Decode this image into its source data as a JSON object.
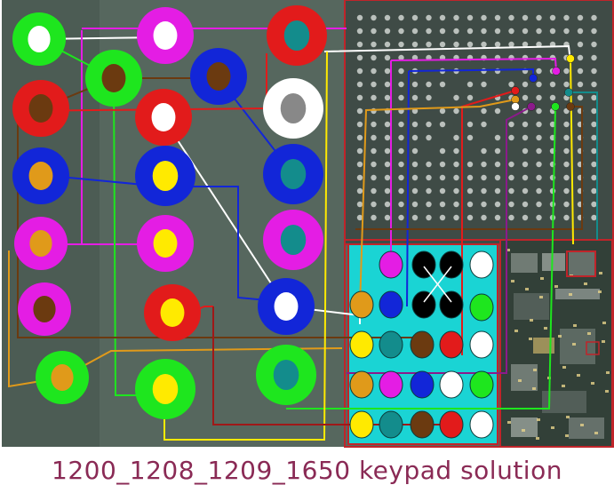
{
  "caption": "1200_1208_1209_1650 keypad solution",
  "colors": {
    "board": "#5a6b62",
    "board_dark": "#2d3a33",
    "chip": "#3e4a45",
    "connector": "#18d6d6",
    "border_red": "#c0242a",
    "caption": "#8a2a55"
  },
  "pads": [
    {
      "id": "p1",
      "ring": "#1ee61e",
      "core": "#ffffff"
    },
    {
      "id": "p2",
      "ring": "#e41de4",
      "core": "#ffffff"
    },
    {
      "id": "p3",
      "ring": "#e21b1b",
      "core": "#138c8c"
    },
    {
      "id": "p4",
      "ring": "#1ee61e",
      "core": "#6b3a10"
    },
    {
      "id": "p5",
      "ring": "#1226d8",
      "core": "#6b3a10"
    },
    {
      "id": "p6",
      "ring": "#e21b1b",
      "core": "#6b3a10"
    },
    {
      "id": "p7",
      "ring": "#e21b1b",
      "core": "#ffffff"
    },
    {
      "id": "p8",
      "ring": "#ffffff",
      "core": "#888888"
    },
    {
      "id": "p9",
      "ring": "#1226d8",
      "core": "#e09a1a"
    },
    {
      "id": "p10",
      "ring": "#1226d8",
      "core": "#ffea00"
    },
    {
      "id": "p11",
      "ring": "#1226d8",
      "core": "#138c8c"
    },
    {
      "id": "p12",
      "ring": "#e41de4",
      "core": "#e09a1a"
    },
    {
      "id": "p13",
      "ring": "#e41de4",
      "core": "#ffea00"
    },
    {
      "id": "p14",
      "ring": "#e41de4",
      "core": "#138c8c"
    },
    {
      "id": "p15",
      "ring": "#e41de4",
      "core": "#6b3a10"
    },
    {
      "id": "p16",
      "ring": "#e21b1b",
      "core": "#ffea00"
    },
    {
      "id": "p17",
      "ring": "#1226d8",
      "core": "#ffffff"
    },
    {
      "id": "p18",
      "ring": "#1ee61e",
      "core": "#e09a1a"
    },
    {
      "id": "p19",
      "ring": "#1ee61e",
      "core": "#ffea00"
    },
    {
      "id": "p20",
      "ring": "#1ee61e",
      "core": "#138c8c"
    }
  ],
  "connector_dots": [
    {
      "c": "#e41de4"
    },
    {
      "c": "#000000"
    },
    {
      "c": "#000000"
    },
    {
      "c": "#ffffff"
    },
    {
      "c": "#e09a1a"
    },
    {
      "c": "#1226d8"
    },
    {
      "c": "#000000"
    },
    {
      "c": "#000000"
    },
    {
      "c": "#1ee61e"
    },
    {
      "c": "#ffea00"
    },
    {
      "c": "#138c8c"
    },
    {
      "c": "#6b3a10"
    },
    {
      "c": "#e21b1b"
    },
    {
      "c": "#ffffff"
    },
    {
      "c": "#e09a1a"
    },
    {
      "c": "#e41de4"
    },
    {
      "c": "#1226d8"
    },
    {
      "c": "#ffffff"
    },
    {
      "c": "#1ee61e"
    },
    {
      "c": "#ffea00"
    },
    {
      "c": "#138c8c"
    },
    {
      "c": "#6b3a10"
    },
    {
      "c": "#e21b1b"
    },
    {
      "c": "#ffffff"
    }
  ],
  "chip_dots": [
    {
      "c": "#1226d8"
    },
    {
      "c": "#e41de4"
    },
    {
      "c": "#ffea00"
    },
    {
      "c": "#e21b1b"
    },
    {
      "c": "#e09a1a"
    },
    {
      "c": "#138c8c"
    },
    {
      "c": "#ffffff"
    },
    {
      "c": "#8b1a8b"
    },
    {
      "c": "#1ee61e"
    },
    {
      "c": "#6b3a10"
    }
  ]
}
